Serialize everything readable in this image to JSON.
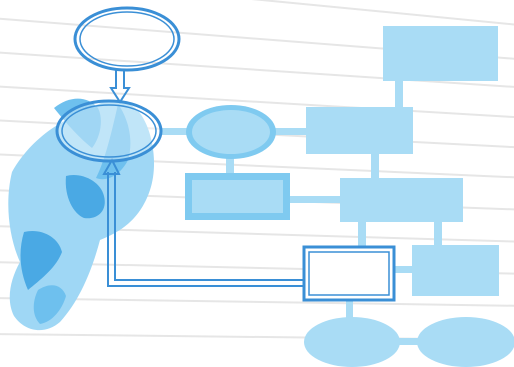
{
  "diagram": {
    "colors": {
      "background": "#ffffff",
      "paper_lines": "#e6e6e6",
      "fill_light": "#a9dcf5",
      "fill_mid": "#7fcaf0",
      "fill_dark": "#4aaee6",
      "stroke": "#3a8fd6",
      "hand_light": "#9fd7f5",
      "hand_mid": "#6ec0ee",
      "hand_dark": "#4aa9e4"
    },
    "nodes": [
      {
        "id": "start-oval",
        "shape": "outline-ellipse",
        "label": ""
      },
      {
        "id": "target-oval",
        "shape": "outline-ellipse",
        "label": ""
      },
      {
        "id": "mid-oval",
        "shape": "filled-ellipse",
        "label": ""
      },
      {
        "id": "small-box",
        "shape": "bordered-rect",
        "label": ""
      },
      {
        "id": "top-right-box",
        "shape": "filled-rect",
        "label": ""
      },
      {
        "id": "center-box",
        "shape": "filled-rect",
        "label": ""
      },
      {
        "id": "right-mid-box",
        "shape": "filled-rect",
        "label": ""
      },
      {
        "id": "outline-box",
        "shape": "outline-rect",
        "label": ""
      },
      {
        "id": "right-lower-box",
        "shape": "filled-rect",
        "label": ""
      },
      {
        "id": "bottom-left-oval",
        "shape": "filled-ellipse",
        "label": ""
      },
      {
        "id": "bottom-right-oval",
        "shape": "filled-ellipse",
        "label": ""
      }
    ],
    "connectors": [
      {
        "from": "start-oval",
        "to": "target-oval",
        "style": "double-arrow"
      },
      {
        "from": "outline-box",
        "to": "target-oval",
        "style": "double-arrow"
      },
      {
        "from": "target-oval",
        "to": "mid-oval",
        "style": "bar"
      },
      {
        "from": "mid-oval",
        "to": "center-box",
        "style": "bar"
      },
      {
        "from": "mid-oval",
        "to": "small-box",
        "style": "bar"
      },
      {
        "from": "small-box",
        "to": "right-mid-box",
        "style": "bar"
      },
      {
        "from": "center-box",
        "to": "top-right-box",
        "style": "bar"
      },
      {
        "from": "center-box",
        "to": "right-mid-box",
        "style": "bar"
      },
      {
        "from": "right-mid-box",
        "to": "outline-box",
        "style": "bar"
      },
      {
        "from": "right-mid-box",
        "to": "right-lower-box",
        "style": "bar"
      },
      {
        "from": "outline-box",
        "to": "right-lower-box",
        "style": "bar"
      },
      {
        "from": "outline-box",
        "to": "bottom-left-oval",
        "style": "bar"
      },
      {
        "from": "bottom-left-oval",
        "to": "bottom-right-oval",
        "style": "bar"
      }
    ],
    "hand_icon": "hand-holding-pen-icon"
  }
}
